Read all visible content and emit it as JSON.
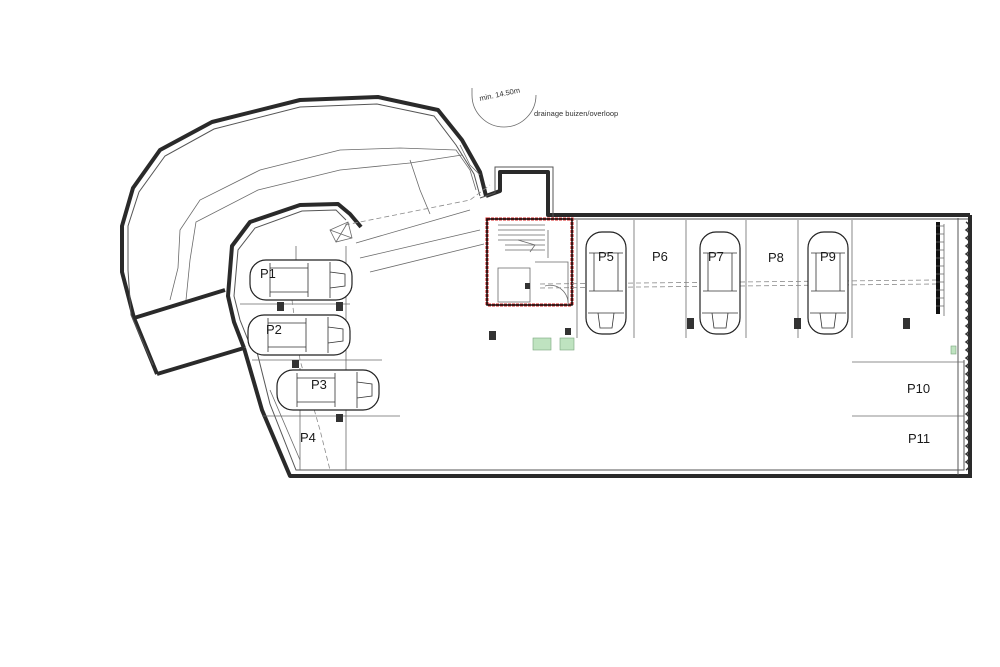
{
  "annotations": {
    "drainage_note": "drainage buizen/overloop",
    "circle_note": "min. 14.50m"
  },
  "parking_spots": [
    {
      "id": "p1",
      "label": "P1"
    },
    {
      "id": "p2",
      "label": "P2"
    },
    {
      "id": "p3",
      "label": "P3"
    },
    {
      "id": "p4",
      "label": "P4"
    },
    {
      "id": "p5",
      "label": "P5"
    },
    {
      "id": "p6",
      "label": "P6"
    },
    {
      "id": "p7",
      "label": "P7"
    },
    {
      "id": "p8",
      "label": "P8"
    },
    {
      "id": "p9",
      "label": "P9"
    },
    {
      "id": "p10",
      "label": "P10"
    },
    {
      "id": "p11",
      "label": "P11"
    }
  ],
  "colors": {
    "wall": "#2a2a2a",
    "stair_core_outline": "#d42020",
    "marker_green": "#bfe3c0"
  }
}
